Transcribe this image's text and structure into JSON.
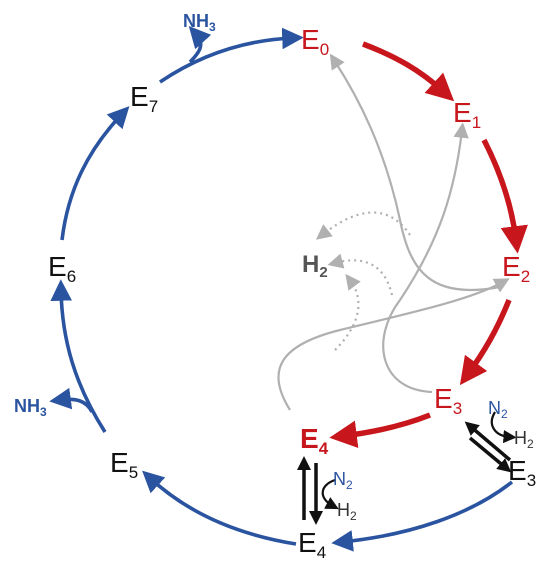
{
  "colors": {
    "red": "#c8161d",
    "blue": "#2b54a0",
    "black": "#111111",
    "gray": "#b0b0b0",
    "gray_text": "#555555"
  },
  "states": {
    "e0": {
      "base": "E",
      "sub": "0"
    },
    "e1": {
      "base": "E",
      "sub": "1"
    },
    "e2": {
      "base": "E",
      "sub": "2"
    },
    "e3_red": {
      "base": "E",
      "sub": "3"
    },
    "e4_red": {
      "base": "E",
      "sub": "4"
    },
    "e3_black": {
      "base": "E",
      "sub": "3"
    },
    "e4_black": {
      "base": "E",
      "sub": "4"
    },
    "e5": {
      "base": "E",
      "sub": "5"
    },
    "e6": {
      "base": "E",
      "sub": "6"
    },
    "e7": {
      "base": "E",
      "sub": "7"
    }
  },
  "species": {
    "nh3_top": {
      "base": "NH",
      "sub": "3"
    },
    "nh3_left": {
      "base": "NH",
      "sub": "3"
    },
    "h2_center": {
      "base": "H",
      "sub": "2"
    },
    "n2_e3": {
      "base": "N",
      "sub": "2"
    },
    "h2_e3": {
      "base": "H",
      "sub": "2"
    },
    "n2_e4": {
      "base": "N",
      "sub": "2"
    },
    "h2_e4": {
      "base": "H",
      "sub": "2"
    }
  }
}
